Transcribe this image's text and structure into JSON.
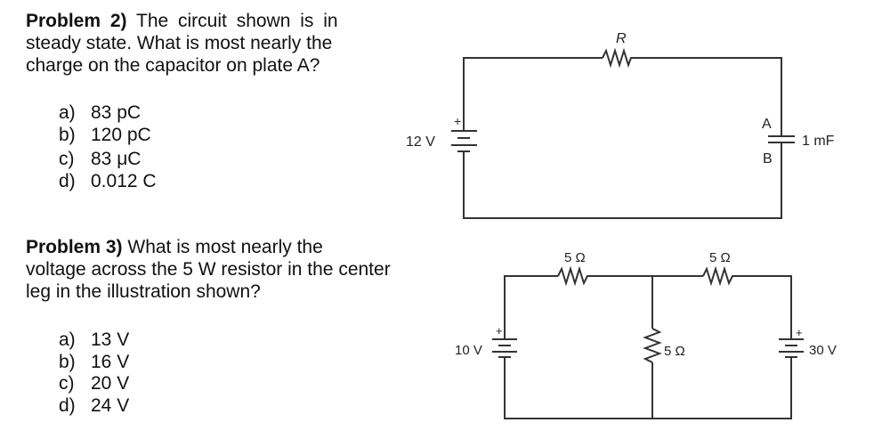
{
  "problem2": {
    "title": "Problem 2)",
    "question_line1": "The circuit shown is in",
    "question_line2": "steady state.  What is most nearly the",
    "question_line3": "charge on the capacitor on plate A?",
    "options": [
      {
        "letter": "a)",
        "text": "83 pC"
      },
      {
        "letter": "b)",
        "text": "120 pC"
      },
      {
        "letter": "c)",
        "text": "83 μC"
      },
      {
        "letter": "d)",
        "text": "0.012 C"
      }
    ],
    "circuit": {
      "battery_label": "12 V",
      "battery_plus": "+",
      "resistor_label": "R",
      "capacitor_label": "1 mF",
      "plate_a": "A",
      "plate_b": "B"
    }
  },
  "problem3": {
    "title": "Problem 3)",
    "question_line1": "What is most nearly the",
    "question_line2": "voltage across the 5 W resistor in the center",
    "question_line3": "leg in the illustration shown?",
    "options": [
      {
        "letter": "a)",
        "text": "13 V"
      },
      {
        "letter": "b)",
        "text": "16 V"
      },
      {
        "letter": "c)",
        "text": "20 V"
      },
      {
        "letter": "d)",
        "text": "24 V"
      }
    ],
    "circuit": {
      "left_battery_label": "10 V",
      "right_battery_label": "30 V",
      "battery_plus": "+",
      "top_left_resistor_label": "5 Ω",
      "top_right_resistor_label": "5 Ω",
      "center_resistor_label": "5 Ω"
    }
  }
}
